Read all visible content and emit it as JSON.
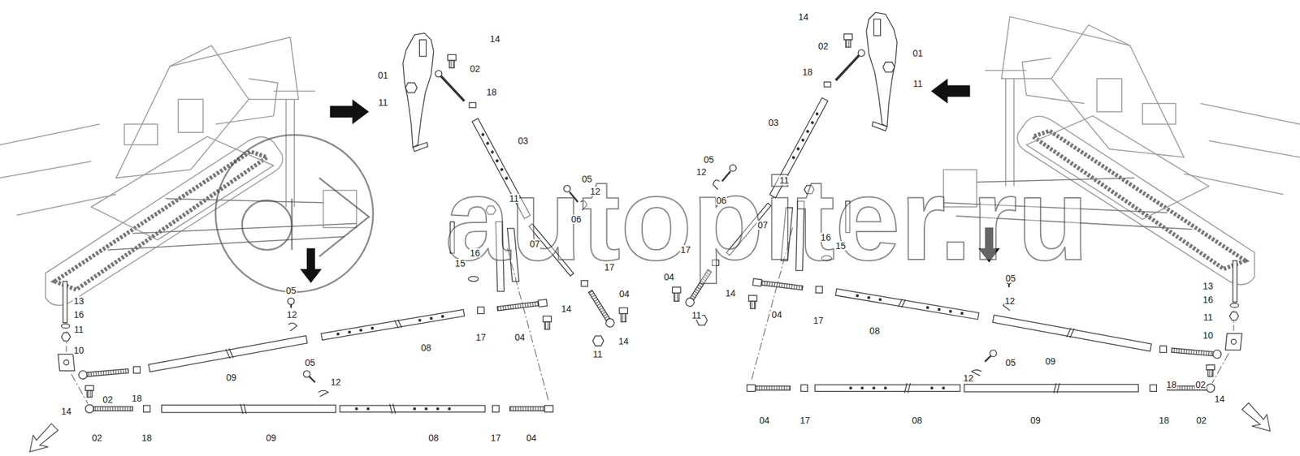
{
  "diagram": {
    "labels": [
      "autopiter.ru",
      "14",
      "02",
      "01",
      "11",
      "18",
      "03",
      "05",
      "12",
      "11",
      "06",
      "07",
      "16",
      "15",
      "17",
      "04",
      "14",
      "11",
      "05",
      "12",
      "13",
      "16",
      "11",
      "10",
      "14",
      "17",
      "04",
      "08",
      "05",
      "12",
      "09",
      "18",
      "02",
      "14",
      "02",
      "18",
      "09",
      "08",
      "17",
      "04",
      "14",
      "02",
      "01",
      "11",
      "18",
      "03",
      "05",
      "12",
      "11",
      "06",
      "07",
      "16",
      "15",
      "17",
      "04",
      "14",
      "11",
      "04",
      "17",
      "08",
      "05",
      "12",
      "13",
      "16",
      "11",
      "10",
      "05",
      "09",
      "12",
      "18",
      "02",
      "14",
      "04",
      "17",
      "08",
      "09",
      "18",
      "02"
    ]
  }
}
